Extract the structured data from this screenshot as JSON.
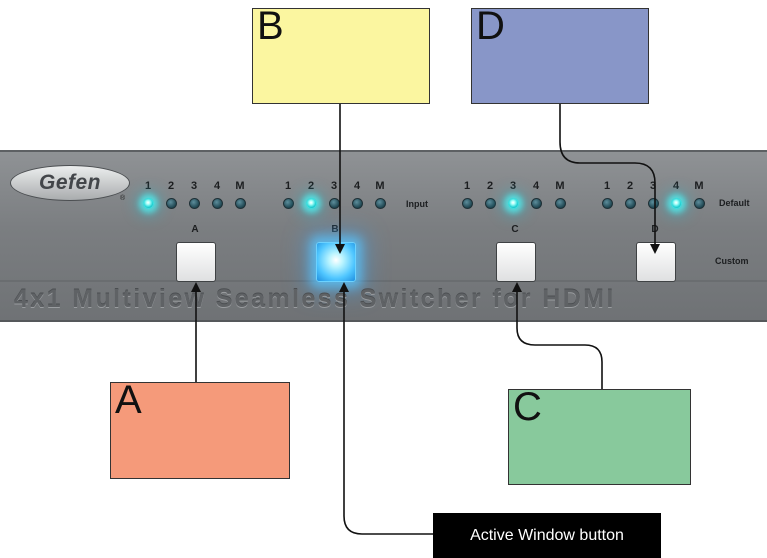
{
  "panel": {
    "logo": "Gefen",
    "registered": "®",
    "input_label": "Input",
    "default_label": "Default",
    "custom_label": "Custom",
    "title": "4x1 Multiview Seamless Switcher for HDMI"
  },
  "groups": [
    {
      "button": "A",
      "leds": [
        "1",
        "2",
        "3",
        "4",
        "M"
      ],
      "led_on": [
        true,
        false,
        false,
        false,
        false
      ],
      "button_lit": false
    },
    {
      "button": "B",
      "leds": [
        "1",
        "2",
        "3",
        "4",
        "M"
      ],
      "led_on": [
        false,
        true,
        false,
        false,
        false
      ],
      "button_lit": true
    },
    {
      "button": "C",
      "leds": [
        "1",
        "2",
        "3",
        "4",
        "M"
      ],
      "led_on": [
        false,
        false,
        true,
        false,
        false
      ],
      "button_lit": false
    },
    {
      "button": "D",
      "leds": [
        "1",
        "2",
        "3",
        "4",
        "M"
      ],
      "led_on": [
        false,
        false,
        false,
        true,
        false
      ],
      "button_lit": false
    }
  ],
  "callouts": {
    "a": {
      "label": "A",
      "color": "#f59a7a"
    },
    "b": {
      "label": "B",
      "color": "#fbf6a0"
    },
    "c": {
      "label": "C",
      "color": "#88c99c"
    },
    "d": {
      "label": "D",
      "color": "#8896c8"
    }
  },
  "active_window_label": "Active Window button"
}
